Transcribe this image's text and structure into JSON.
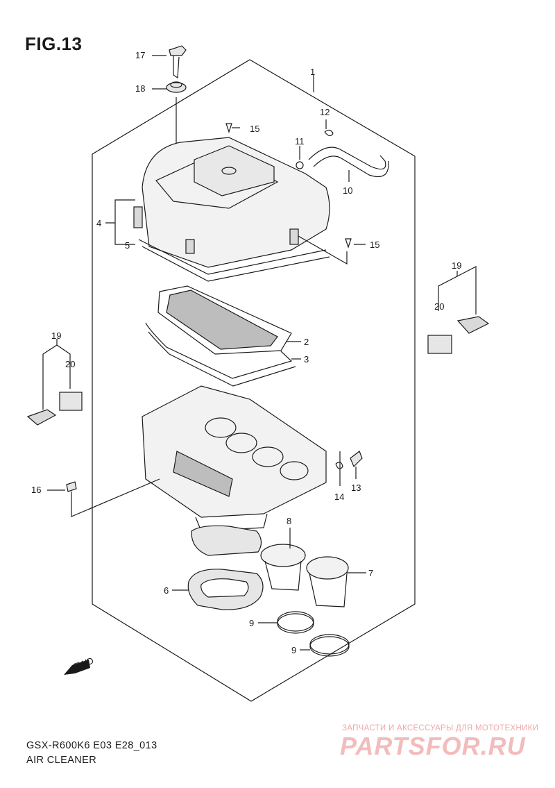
{
  "figure": {
    "title": "FIG.13"
  },
  "caption": {
    "model_line": "GSX-R600K6 E03 E28_013",
    "name": "AIR CLEANER"
  },
  "watermark": {
    "tagline": "ЗАПЧАСТИ И АКСЕССУАРЫ ДЛЯ МОТОТЕХНИКИ",
    "brand": "PARTSFOR.RU"
  },
  "fwd_label": "FWD",
  "callouts": {
    "c1": "1",
    "c2": "2",
    "c3": "3",
    "c4": "4",
    "c5": "5",
    "c6": "6",
    "c7": "7",
    "c8": "8",
    "c9a": "9",
    "c9b": "9",
    "c10": "10",
    "c11": "11",
    "c12": "12",
    "c13": "13",
    "c14": "14",
    "c15a": "15",
    "c15b": "15",
    "c16": "16",
    "c17": "17",
    "c18": "18",
    "c19a": "19",
    "c19b": "19",
    "c20a": "20",
    "c20b": "20"
  },
  "colors": {
    "line": "#1a1a1a",
    "shade": "#d9d9d9",
    "watermark": "#f3bcbc"
  }
}
